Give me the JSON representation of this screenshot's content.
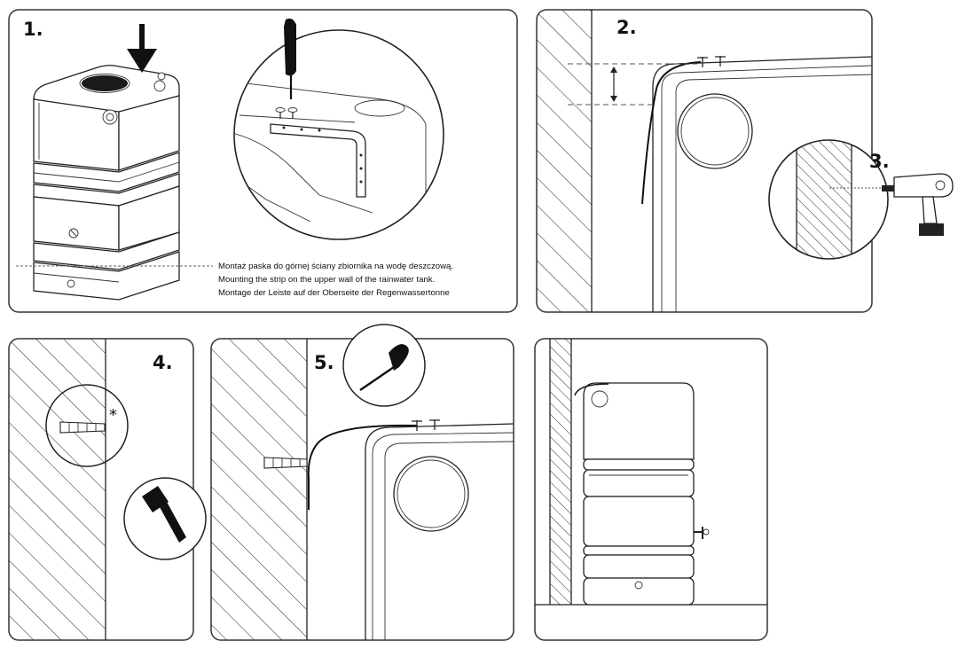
{
  "steps": {
    "s1": "1.",
    "s2": "2.",
    "s3": "3.",
    "s4": "4.",
    "s5": "5."
  },
  "caption": {
    "pl": "Montaż paska do górnej ściany zbiornika na wodę deszczową.",
    "en": "Mounting the strip on the upper wall of the rainwater tank.",
    "de": "Montage der Leiste auf der Oberseite der Regenwassertonne"
  },
  "note_mark": "*"
}
